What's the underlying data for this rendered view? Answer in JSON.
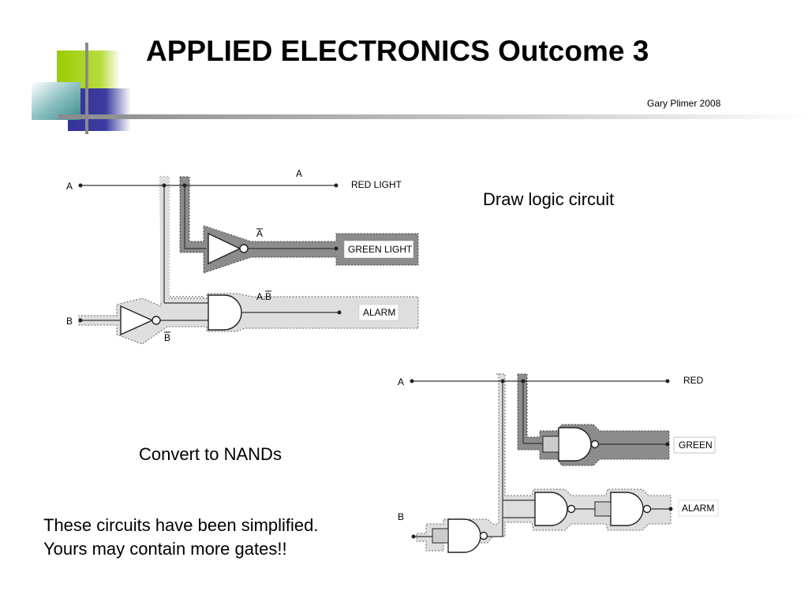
{
  "slide": {
    "title": "APPLIED ELECTRONICS Outcome 3",
    "author": "Gary Plimer 2008",
    "note_draw": "Draw logic circuit",
    "note_convert": "Convert to NANDs",
    "note_simplified": "These circuits have been simplified. Yours may contain more gates!!"
  },
  "circuit1": {
    "input_a": "A",
    "input_b": "B",
    "line_label_a": "A",
    "not_a": "A",
    "a_and_not_b_left": "A.",
    "a_and_not_b_right": "B",
    "not_b": "B",
    "red_output": "RED LIGHT",
    "green_output": "GREEN LIGHT",
    "alarm_output": "ALARM"
  },
  "circuit2": {
    "input_a": "A",
    "input_b": "B",
    "red_output": "RED",
    "green_output": "GREEN",
    "alarm_output": "ALARM"
  },
  "colors": {
    "accent_green": "#99cc00",
    "accent_blue": "#333399",
    "accent_teal": "#5a9ea0",
    "shade_dark": "#8c8c8c",
    "shade_light": "#dedede"
  }
}
